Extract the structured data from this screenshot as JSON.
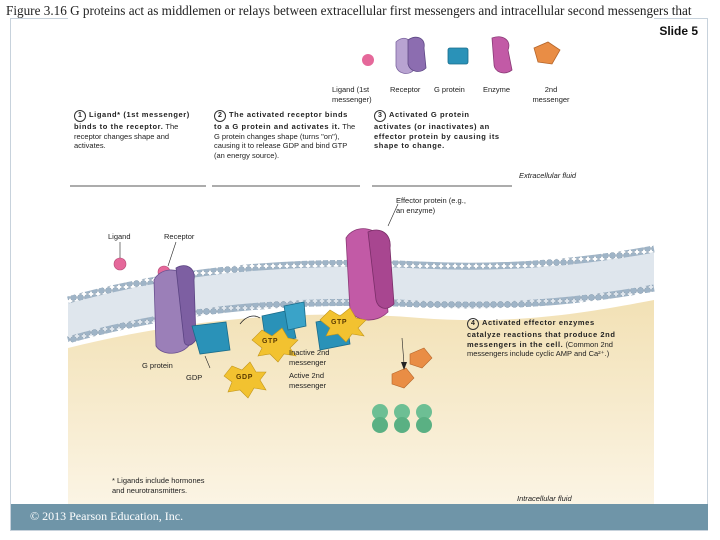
{
  "title": "Figure 3.16 G proteins act as middlemen or relays between extracellular first messengers and intracellular second messengers that",
  "slide": "Slide 5",
  "legend": {
    "ligand": "Ligand (1st messenger)",
    "receptor": "Receptor",
    "gprotein": "G protein",
    "enzyme": "Enzyme",
    "second": "2nd messenger"
  },
  "steps": {
    "s1_bold": "Ligand* (1st messenger) binds to the receptor.",
    "s1_text": "The receptor changes shape and activates.",
    "s2_bold": "The activated receptor binds to a G protein and activates it.",
    "s2_text": "The G protein changes shape (turns \"on\"), causing it to release GDP and bind GTP (an energy source).",
    "s3_bold": "Activated G protein activates (or inactivates) an effector protein by causing its shape to change.",
    "s4_bold": "Activated effector enzymes catalyze reactions that produce 2nd messengers in the cell.",
    "s4_text": "(Common 2nd messengers include cyclic AMP and Ca²⁺.)"
  },
  "labels": {
    "extracellular": "Extracellular fluid",
    "effector": "Effector protein (e.g., an enzyme)",
    "ligand": "Ligand",
    "receptor": "Receptor",
    "gprotein": "G protein",
    "gdp": "GDP",
    "gtp": "GTP",
    "inactive": "Inactive 2nd messenger",
    "active": "Active 2nd messenger",
    "footnote": "* Ligands include hormones and neurotransmitters.",
    "intracellular": "Intracellular fluid"
  },
  "footer": {
    "copyright": "© 2013 Pearson Education, Inc."
  },
  "colors": {
    "membrane": "#d9e2ea",
    "head": "#9fb4c7",
    "receptor": "#9b7fb8",
    "gprotein": "#2a92b8",
    "enzyme": "#c25aa6",
    "ligand": "#e5689a",
    "second": "#e98d45",
    "gtp": "#f2c230",
    "cytoplasm": "#eed9a8"
  }
}
